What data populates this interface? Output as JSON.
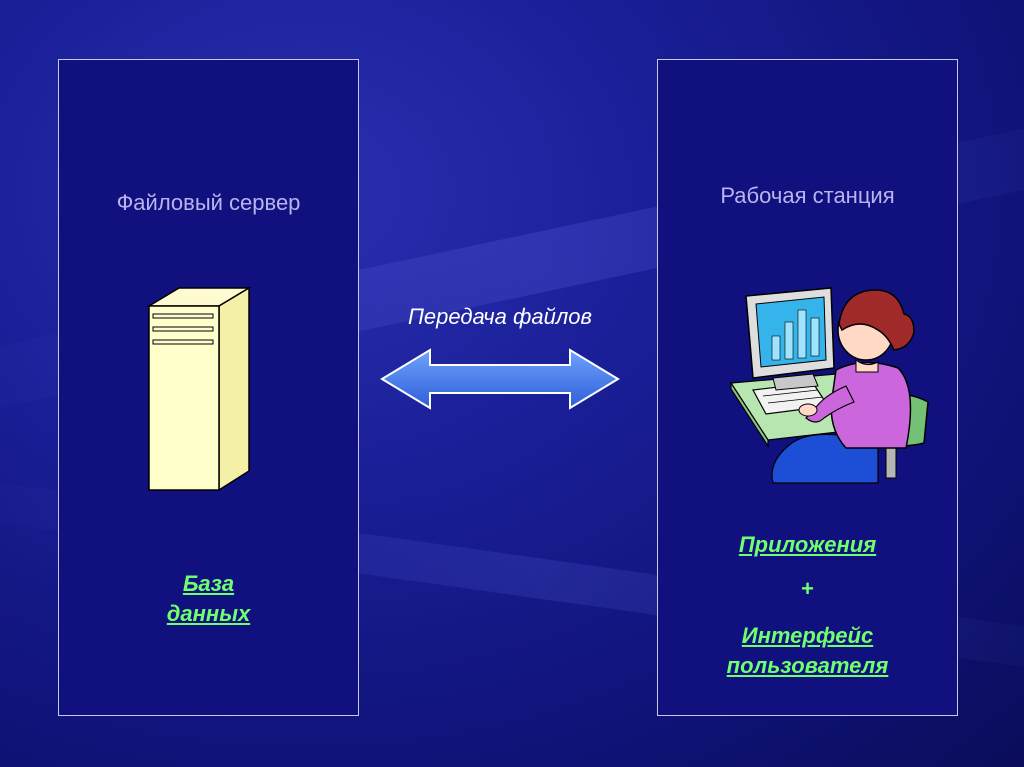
{
  "left_panel": {
    "title": "Файловый сервер",
    "bottom_label_line1": "База",
    "bottom_label_line2": "данных"
  },
  "right_panel": {
    "title": "Рабочая станция",
    "apps_label": "Приложения",
    "plus_label": "+",
    "interface_line1": "Интерфейс",
    "interface_line2": "пользователя"
  },
  "transfer": {
    "label": "Передача файлов"
  },
  "colors": {
    "background": "#1a1f98",
    "panel": "#10107e",
    "title_text": "#b7b4ee",
    "link_green": "#6eff6e",
    "arrow_fill": "#3b78ee"
  }
}
